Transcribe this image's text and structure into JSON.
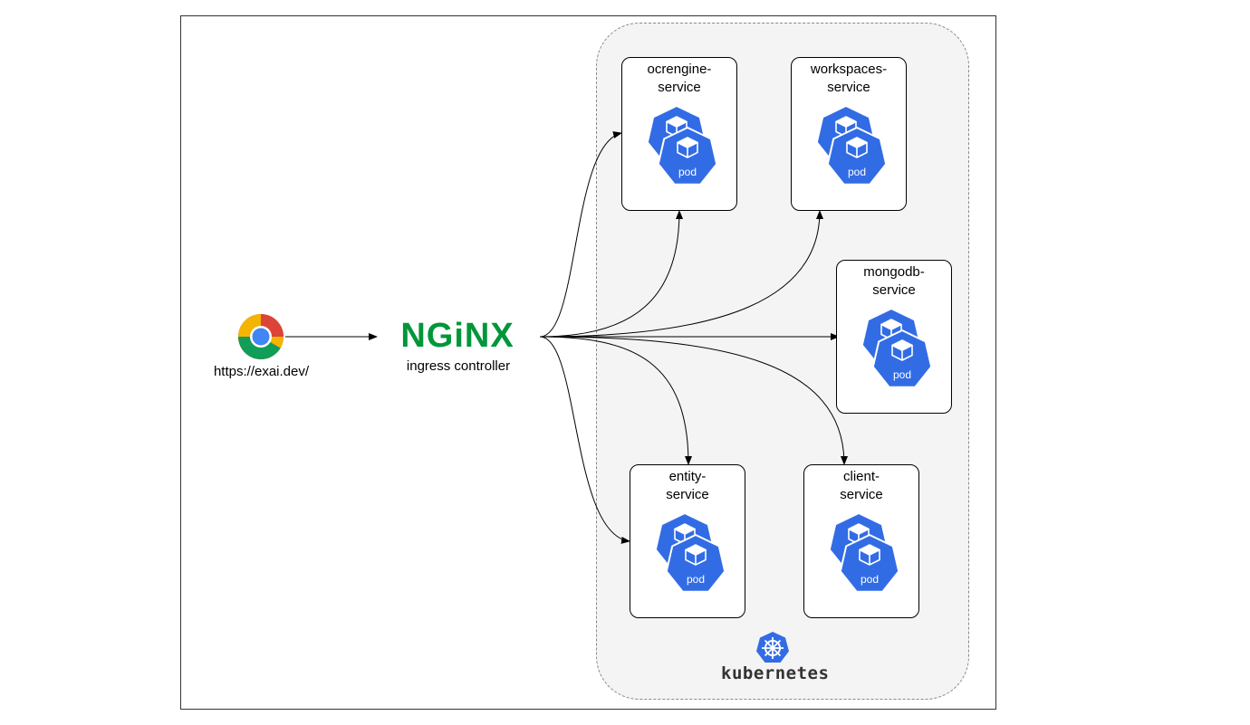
{
  "browser": {
    "url": "https://exai.dev/",
    "icon": "chrome-icon"
  },
  "ingress": {
    "logo_text": "NGiNX",
    "caption": "ingress controller",
    "brand_color": "#009639"
  },
  "cluster": {
    "name": "kubernetes",
    "icon": "kubernetes-helm-icon",
    "accent": "#326ce5"
  },
  "pod_label": "pod",
  "services": [
    {
      "line1": "ocrengine-",
      "line2": "service"
    },
    {
      "line1": "workspaces-",
      "line2": "service"
    },
    {
      "line1": "mongodb-",
      "line2": "service"
    },
    {
      "line1": "entity-",
      "line2": "service"
    },
    {
      "line1": "client-",
      "line2": "service"
    }
  ]
}
